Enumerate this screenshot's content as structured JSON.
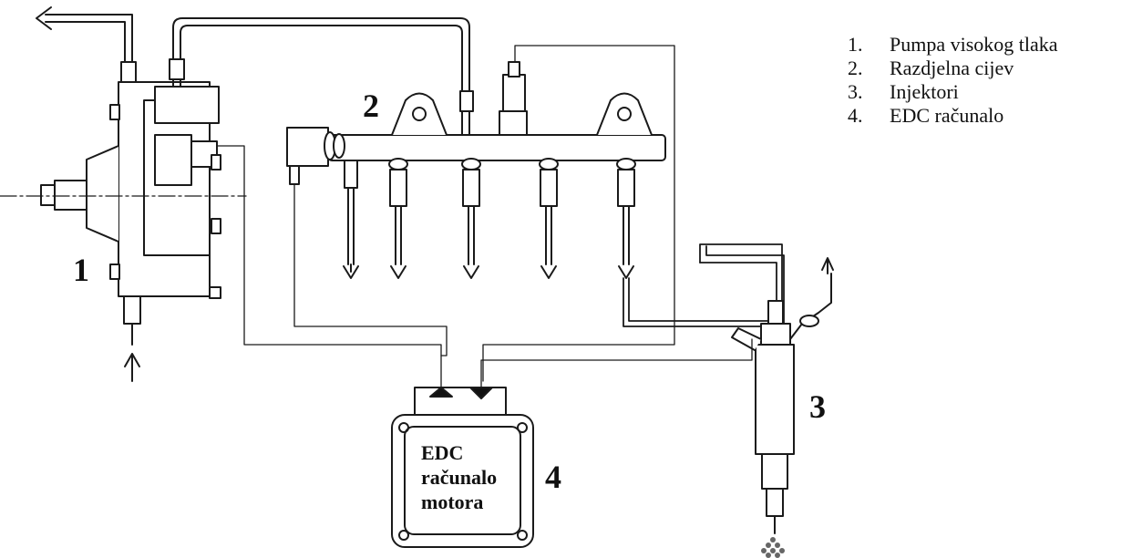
{
  "legend": [
    {
      "num": "1.",
      "label": "Pumpa visokog  tlaka"
    },
    {
      "num": "2.",
      "label": "Razdjelna cijev"
    },
    {
      "num": "3.",
      "label": "Injektori"
    },
    {
      "num": "4.",
      "label": "EDC računalo"
    }
  ],
  "callouts": {
    "pump": "1",
    "rail": "2",
    "injector": "3",
    "ecu": "4"
  },
  "ecu_label": {
    "line1": "EDC",
    "line2": "računalo",
    "line3": "motora"
  }
}
